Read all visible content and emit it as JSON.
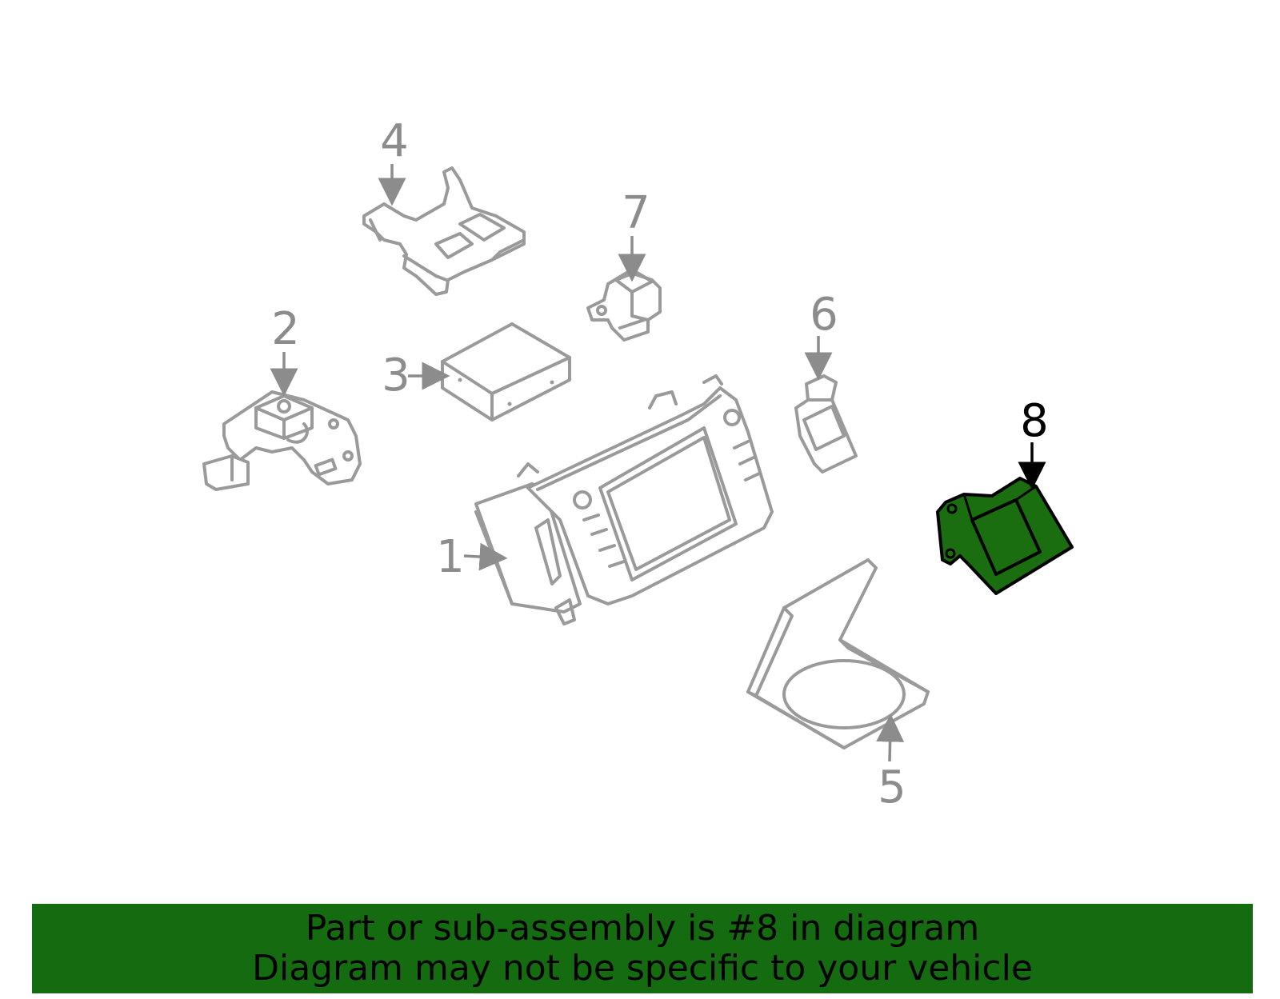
{
  "callouts": {
    "c1": "1",
    "c2": "2",
    "c3": "3",
    "c4": "4",
    "c5": "5",
    "c6": "6",
    "c7": "7",
    "c8": "8"
  },
  "highlighted_part": "8",
  "colors": {
    "highlight": "#1b6e10",
    "banner": "#156b0f",
    "part_outline": "#9a9a9a"
  },
  "banner": {
    "line1": "Part or sub-assembly is #8 in diagram",
    "line2": "Diagram may not be specific to your vehicle"
  }
}
